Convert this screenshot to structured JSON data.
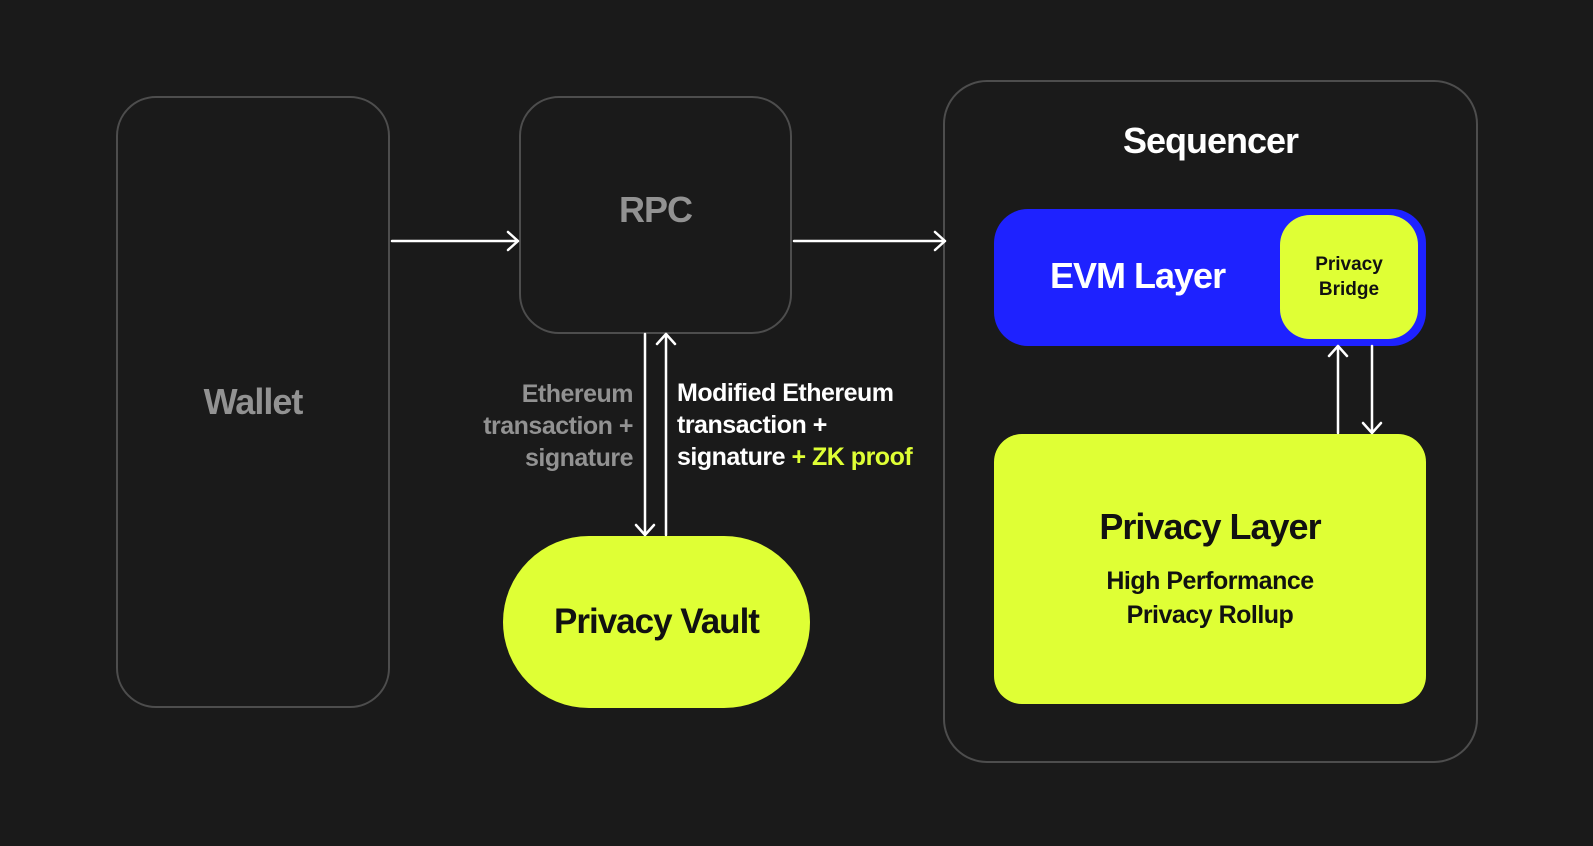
{
  "nodes": {
    "wallet": "Wallet",
    "rpc": "RPC",
    "sequencer": "Sequencer",
    "evm_layer": "EVM Layer",
    "privacy_bridge": [
      "Privacy",
      "Bridge"
    ],
    "privacy_layer": {
      "title": "Privacy Layer",
      "subtitle": [
        "High Performance",
        "Privacy Rollup"
      ]
    },
    "privacy_vault": "Privacy Vault"
  },
  "edges": {
    "rpc_to_vault_label": [
      "Ethereum",
      "transaction +",
      "signature"
    ],
    "vault_to_rpc_label": {
      "lines": [
        "Modified Ethereum",
        "transaction +",
        "signature"
      ],
      "highlight": "+ ZK proof"
    }
  },
  "colors": {
    "background": "#1a1a1a",
    "box_border": "#4d4d4d",
    "muted_text": "#929292",
    "accent_lime": "#dfff35",
    "accent_blue": "#1e22ff",
    "arrow": "#ffffff"
  }
}
